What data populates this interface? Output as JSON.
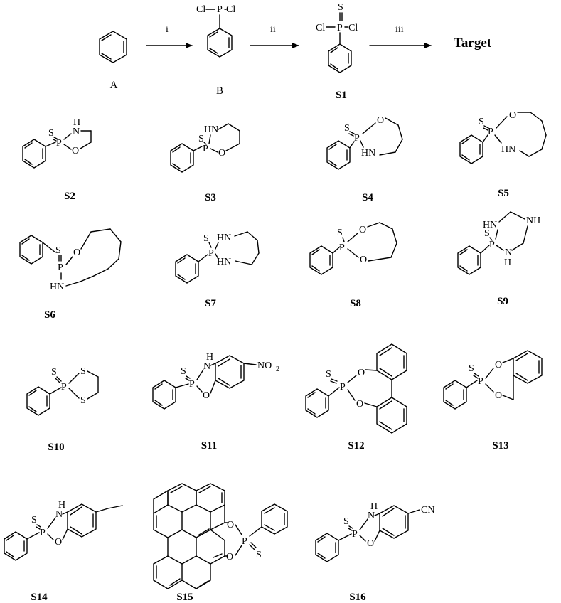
{
  "scheme": {
    "steps": [
      "i",
      "ii",
      "iii"
    ],
    "target_label": "Target",
    "intermediates": [
      "A",
      "B",
      "S1"
    ]
  },
  "atoms": {
    "Cl": "Cl",
    "P": "P",
    "S": "S",
    "O": "O",
    "N": "N",
    "H": "H",
    "NH": "NH",
    "HN": "HN",
    "NO2_base": "NO",
    "NO2_sub": "2",
    "CN": "CN"
  },
  "compounds": [
    "S2",
    "S3",
    "S4",
    "S5",
    "S6",
    "S7",
    "S8",
    "S9",
    "S10",
    "S11",
    "S12",
    "S13",
    "S14",
    "S15",
    "S16"
  ]
}
